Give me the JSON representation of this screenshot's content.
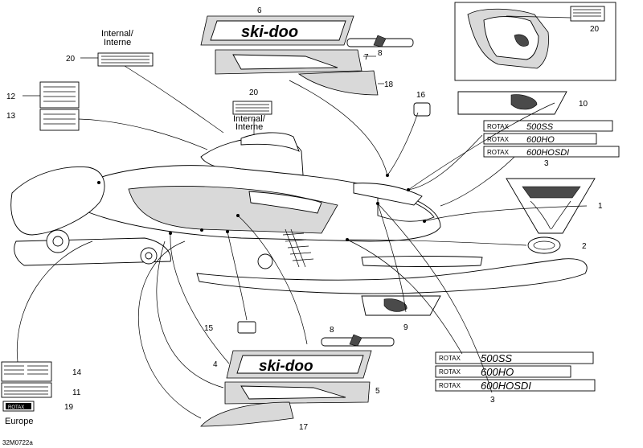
{
  "labels": {
    "internal_top": [
      "Internal/",
      "Interne"
    ],
    "internal_mid": [
      "Internal/",
      "Interne"
    ],
    "europe": "Europe",
    "diagram_code": "32M0722a"
  },
  "decal_text": {
    "brand": "ski-doo",
    "engine_a": "500SS",
    "engine_b": "600HO",
    "engine_c": "600HOSDI",
    "rotax": "ROTAX",
    "europe_badge": "ROTAX"
  },
  "callouts": [
    {
      "num": "1"
    },
    {
      "num": "2"
    },
    {
      "num": "3"
    },
    {
      "num": "3"
    },
    {
      "num": "4"
    },
    {
      "num": "5"
    },
    {
      "num": "6"
    },
    {
      "num": "7"
    },
    {
      "num": "8"
    },
    {
      "num": "8"
    },
    {
      "num": "9"
    },
    {
      "num": "10"
    },
    {
      "num": "11"
    },
    {
      "num": "12"
    },
    {
      "num": "13"
    },
    {
      "num": "14"
    },
    {
      "num": "15"
    },
    {
      "num": "16"
    },
    {
      "num": "17"
    },
    {
      "num": "18"
    },
    {
      "num": "19"
    },
    {
      "num": "20"
    },
    {
      "num": "20"
    },
    {
      "num": "20"
    }
  ]
}
